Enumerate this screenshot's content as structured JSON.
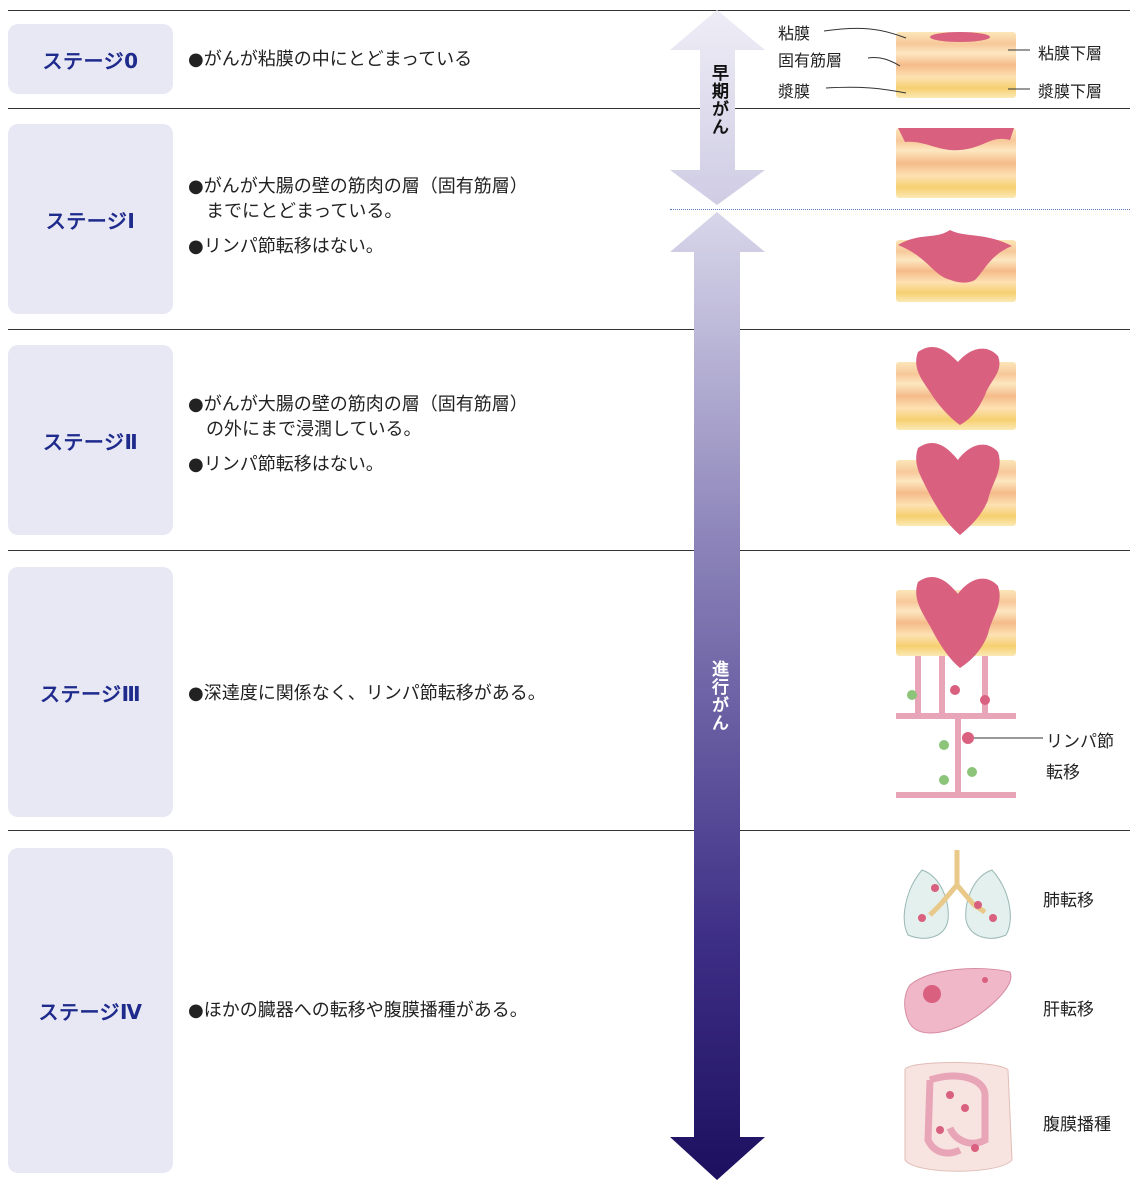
{
  "stages": [
    {
      "label": "ステージ0",
      "descriptions": [
        "●がんが粘膜の中にとどまっている"
      ]
    },
    {
      "label": "ステージⅠ",
      "descriptions": [
        "●がんが大腸の壁の筋肉の層（固有筋層）\nまでにとどまっている。",
        "●リンパ節転移はない。"
      ]
    },
    {
      "label": "ステージⅡ",
      "descriptions": [
        "●がんが大腸の壁の筋肉の層（固有筋層）\nの外にまで浸潤している。",
        "●リンパ節転移はない。"
      ]
    },
    {
      "label": "ステージⅢ",
      "descriptions": [
        "●深達度に関係なく、リンパ節転移がある。"
      ]
    },
    {
      "label": "ステージⅣ",
      "descriptions": [
        "●ほかの臓器への転移や腹膜播種がある。"
      ]
    }
  ],
  "arrows": {
    "early": "早期がん",
    "advanced": "進行がん"
  },
  "layer_labels": {
    "left": [
      "粘膜",
      "固有筋層",
      "漿膜"
    ],
    "right": [
      "粘膜下層",
      "漿膜下層"
    ]
  },
  "metastasis_labels": {
    "lymph": [
      "リンパ節",
      "転移"
    ],
    "lung": "肺転移",
    "liver": "肝転移",
    "peritoneal": "腹膜播種"
  },
  "colors": {
    "stage_text": "#1e2a8c",
    "stage_bg": "#e8e8f4",
    "tumor": "#d9607f",
    "arrow_light": "#d8d6ea",
    "arrow_dark": "#231466"
  }
}
